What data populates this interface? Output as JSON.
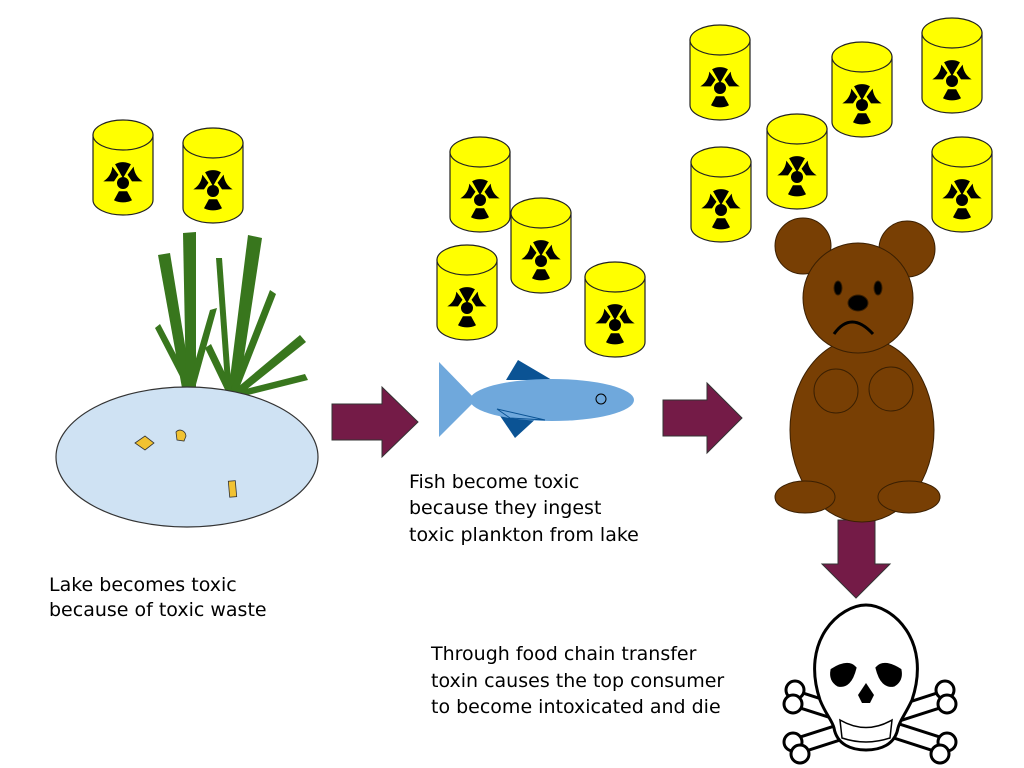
{
  "captions": {
    "lake": [
      "Lake becomes toxic",
      "because of toxic waste"
    ],
    "fish": [
      "Fish become toxic",
      "because they ingest",
      "toxic plankton from lake"
    ],
    "top": [
      "Through food chain transfer",
      "toxin causes the top consumer",
      "to become intoxicated and die"
    ]
  },
  "colors": {
    "arrow": "#741b47",
    "barrel": "#ffff00",
    "lake": "#cfe2f3",
    "grass": "#38761d",
    "fish_body": "#6fa8dc",
    "fish_fin": "#0b5394",
    "bear": "#783f04"
  }
}
